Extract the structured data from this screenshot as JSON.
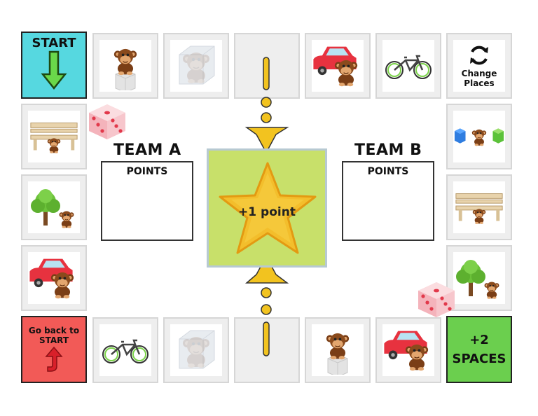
{
  "board": {
    "start": {
      "label": "START"
    },
    "change_places": {
      "label_line1": "Change",
      "label_line2": "Places"
    },
    "go_back": {
      "label_line1": "Go back to",
      "label_line2": "START"
    },
    "plus_two": {
      "label_line1": "+2",
      "label_line2": "SPACES"
    },
    "colors": {
      "start": "#56d8e0",
      "go_back": "#f25a57",
      "plus_two": "#6bcf4e",
      "center": "#c8e06a",
      "star": "#f3be2c"
    }
  },
  "tiles": {
    "top": [
      "monkey-on-box",
      "monkey-in-box",
      "empty",
      "monkey-by-car",
      "bicycle"
    ],
    "right": [
      "monkey-between-boxes",
      "monkey-under-bench",
      "monkey-by-tree"
    ],
    "left": [
      "monkey-under-bench",
      "monkey-by-tree",
      "monkey-by-car"
    ],
    "bottom": [
      "bicycle",
      "monkey-in-box",
      "empty",
      "monkey-on-box",
      "monkey-by-car"
    ]
  },
  "team_a": {
    "title": "TEAM A",
    "points_label": "POINTS"
  },
  "team_b": {
    "title": "TEAM B",
    "points_label": "POINTS"
  },
  "center": {
    "label": "+1 point"
  }
}
